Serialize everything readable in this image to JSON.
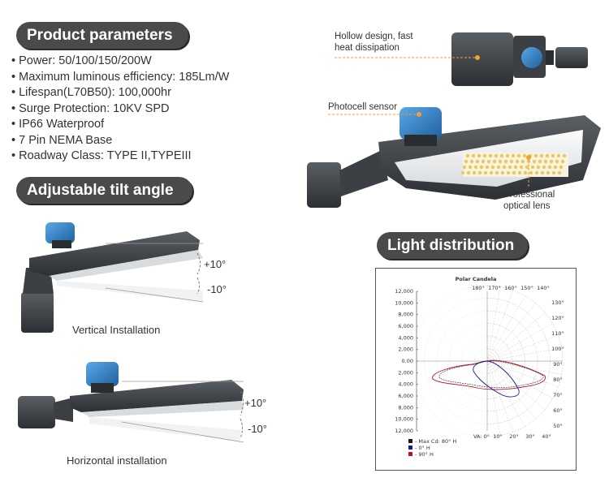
{
  "sections": {
    "params_title": "Product parameters",
    "tilt_title": "Adjustable tilt angle",
    "light_title": "Light distribution"
  },
  "specs": [
    "Power: 50/100/150/200W",
    "Maximum luminous efficiency: 185Lm/W",
    "Lifespan(L70B50): 100,000hr",
    "Surge Protection: 10KV SPD",
    "IP66 Waterproof",
    "7 Pin NEMA Base",
    "Roadway Class:  TYPE II,TYPEIII"
  ],
  "tilt": {
    "vertical_plus": "+10°",
    "vertical_minus": "-10°",
    "vertical_caption": "Vertical Installation",
    "horizontal_plus": "+10°",
    "horizontal_minus": "-10°",
    "horizontal_caption": "Horizontal installation"
  },
  "callouts": {
    "hollow_line1": "Hollow design, fast",
    "hollow_line2": "heat dissipation",
    "photocell": "Photocell sensor",
    "lens_line1": "Professional",
    "lens_line2": "optical lens"
  },
  "colors": {
    "pill_bg": "#4a4a4a",
    "fixture_gray": "#3c4044",
    "sensor_blue": "#2f80c8",
    "callout_orange": "#f0a030",
    "curve_max": "#1a1a1a",
    "curve_0": "#1a1a8c",
    "curve_90": "#c0102a"
  },
  "chart_data": {
    "type": "polar",
    "title": "Polar Candela",
    "y_ticks": [
      "12,000",
      "10,000",
      "8,000",
      "6,000",
      "4,000",
      "2,000",
      "0.00",
      "2,000",
      "4,000",
      "6,000",
      "8,000",
      "10,000",
      "12,000"
    ],
    "top_angles": [
      "180°",
      "170°",
      "160°",
      "150°",
      "140°"
    ],
    "right_angles": [
      "130°",
      "120°",
      "110°",
      "100°",
      "90°",
      "80°",
      "70°",
      "60°",
      "50°"
    ],
    "bottom_angles": [
      "VA: 0°",
      "10°",
      "20°",
      "30°",
      "40°"
    ],
    "legend": [
      {
        "label": "- Max Cd: 80° H",
        "color": "#1a1a1a"
      },
      {
        "label": "- 0° H",
        "color": "#1a1a8c"
      },
      {
        "label": "- 90° H",
        "color": "#c0102a"
      }
    ]
  }
}
